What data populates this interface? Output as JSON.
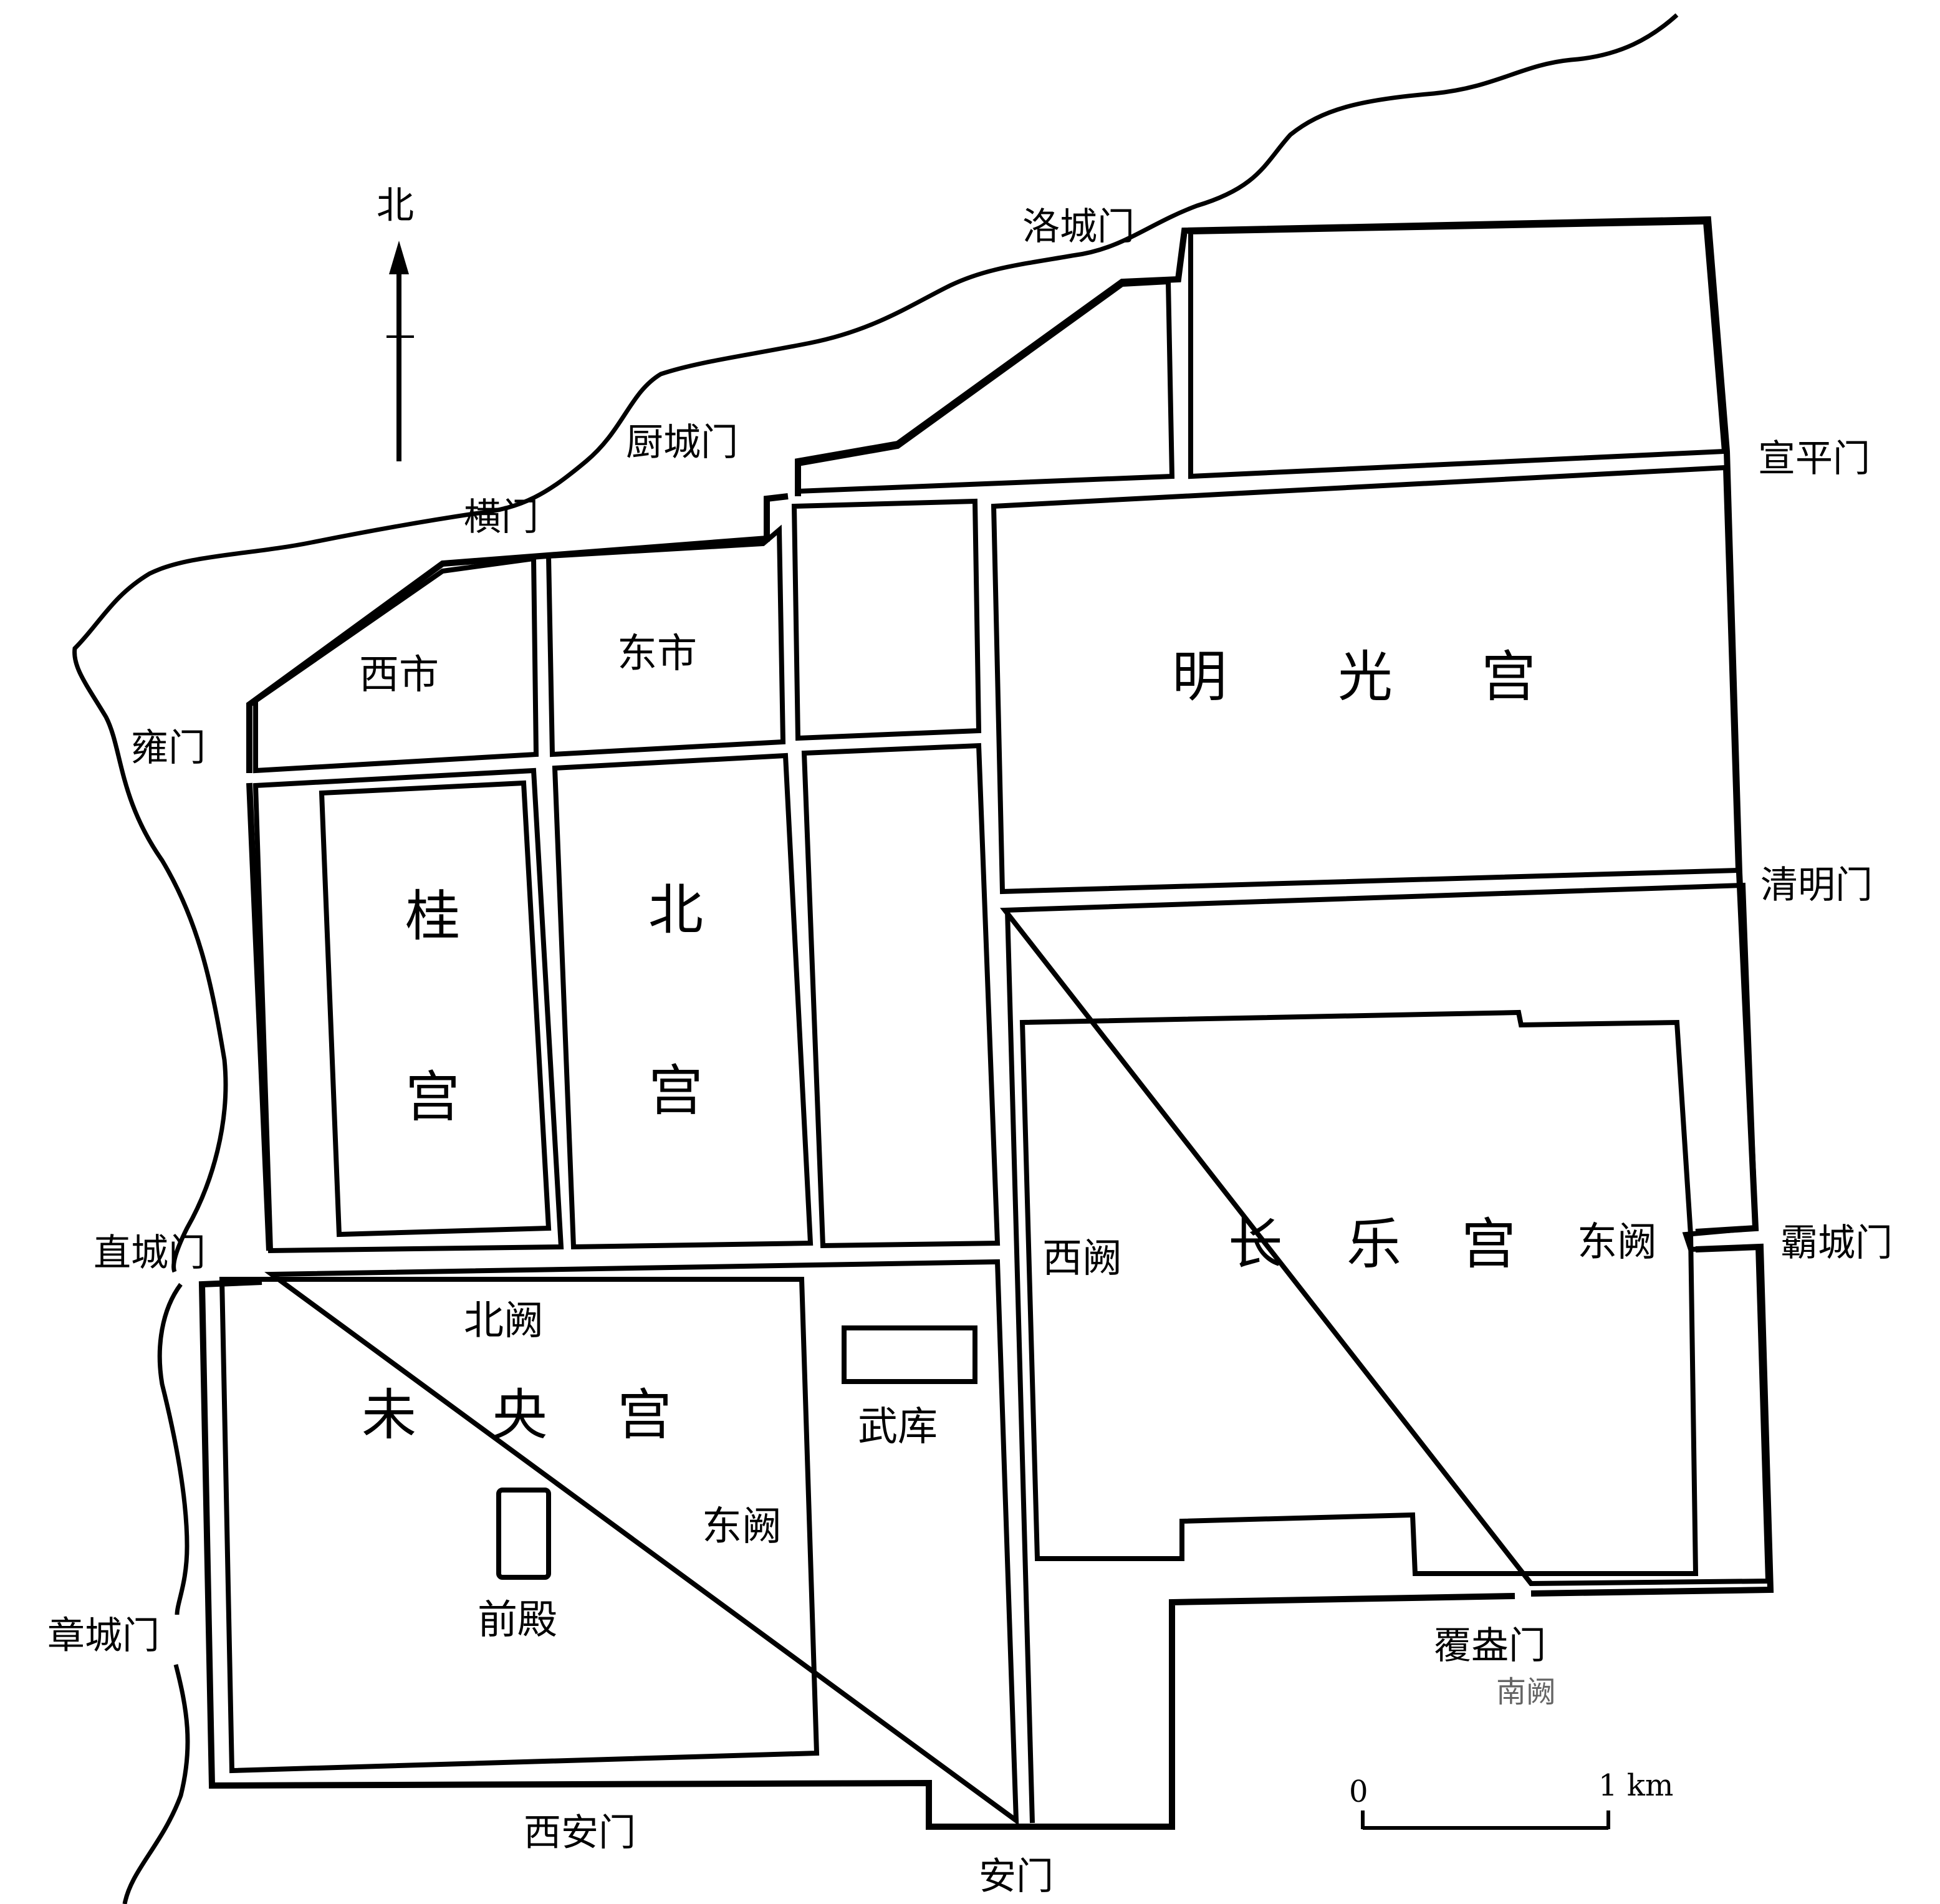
{
  "compass": {
    "north_label": "北"
  },
  "gates": {
    "luocheng": "洛城门",
    "chucheng": "厨城门",
    "heng": "横门",
    "xuanping": "宣平门",
    "yong": "雍门",
    "qingming": "清明门",
    "zhicheng": "直城门",
    "bacheng": "霸城门",
    "zhangcheng": "章城门",
    "fuang": "覆盎门",
    "xian": "西安门",
    "an": "安门"
  },
  "areas": {
    "west_market": "西市",
    "east_market": "东市",
    "armory": "武库",
    "front_hall": "前殿"
  },
  "palaces": {
    "mingguang": [
      "明",
      "光",
      "宫"
    ],
    "gui": [
      "桂",
      "宫"
    ],
    "bei": [
      "北",
      "宫"
    ],
    "changle": [
      "长",
      "乐",
      "宫"
    ],
    "weiyang": [
      "未",
      "央",
      "宫"
    ]
  },
  "que": {
    "changle_west": "西阙",
    "changle_east": "东阙",
    "changle_south": "南阙",
    "weiyang_north": "北阙",
    "weiyang_east": "东阙"
  },
  "scale": {
    "zero": "0",
    "one": "1 km"
  }
}
